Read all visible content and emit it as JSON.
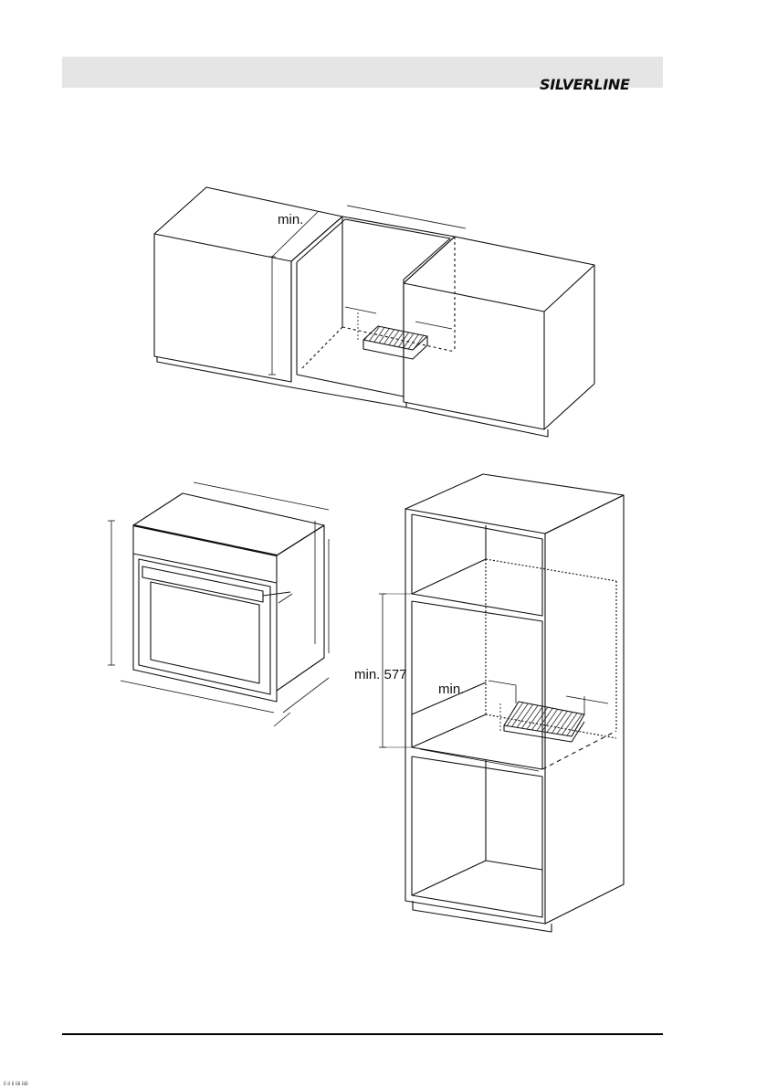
{
  "header": {
    "brand": "SILVERLINE"
  },
  "diagrams": {
    "top_cabinet": {
      "min_label": "min."
    },
    "column_cabinet": {
      "min_height_label": "min. 577",
      "min_depth_label": "min."
    }
  },
  "footer": {
    "page_marker": "ii ii ii iiii iiiii"
  }
}
